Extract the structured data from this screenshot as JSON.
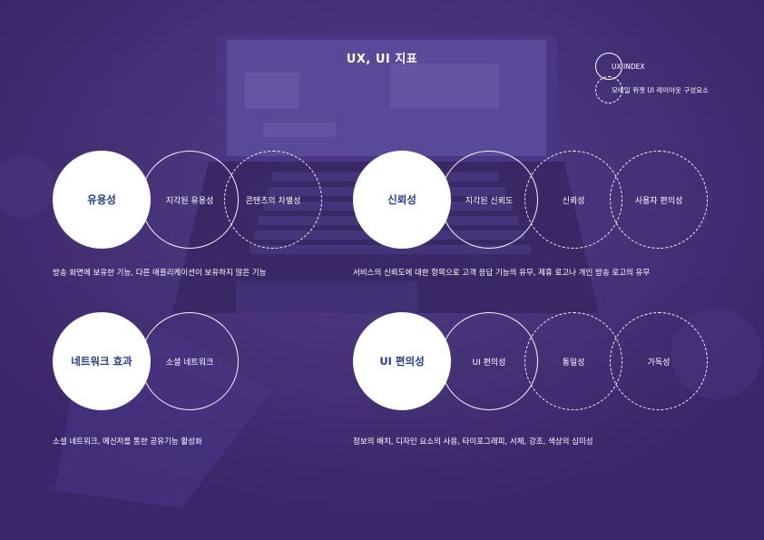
{
  "title": "UX, UI 지표",
  "legend": {
    "ux_index": "UX INDEX",
    "layout_elements": "모바일 위젯 UI 레이아웃 구성요소"
  },
  "groups": {
    "usability": {
      "main": "유용성",
      "sub": [
        "지각된 유용성",
        "콘텐츠의 차별성"
      ],
      "description": "방송 화면에 보유한 기능, 다른 애플리케이션이 보유하지 않은 기능"
    },
    "reliability": {
      "main": "신뢰성",
      "sub": [
        "지각된 신뢰도",
        "신뢰성",
        "사용자 편의성"
      ],
      "description": "서비스의 신뢰도에 대한 항목으로 고객 응답 기능의 유무, 제휴 로고나 개인 방송 로고의 유무"
    },
    "network": {
      "main": "네트워크 효과",
      "sub": [
        "소셜 네트워크"
      ],
      "description": "소셜 네트워크, 메신저를 통한 공유기능 활성화"
    },
    "ui_convenience": {
      "main": "UI 편의성",
      "sub": [
        "UI 편의성",
        "통일성",
        "가독성"
      ],
      "description": "정보의 배치, 디자인 요소의 사용, 타이포그래피, 서체, 강조, 색상의 심미성"
    }
  }
}
